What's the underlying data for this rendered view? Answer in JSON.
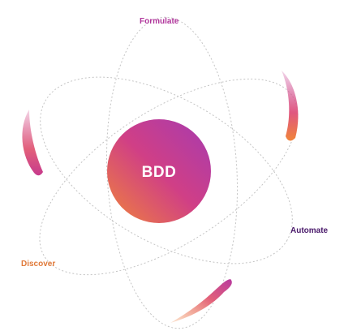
{
  "center": {
    "label": "BDD"
  },
  "stages": {
    "formulate": {
      "label": "Formulate",
      "color": "#b0359b"
    },
    "automate": {
      "label": "Automate",
      "color": "#4a1a6b"
    },
    "discover": {
      "label": "Discover",
      "color": "#e07a3a"
    }
  },
  "colors": {
    "gradient_start": "#f0843a",
    "gradient_mid": "#d03f86",
    "gradient_end": "#a63bb0",
    "orbit_line": "#c4c4c4"
  }
}
